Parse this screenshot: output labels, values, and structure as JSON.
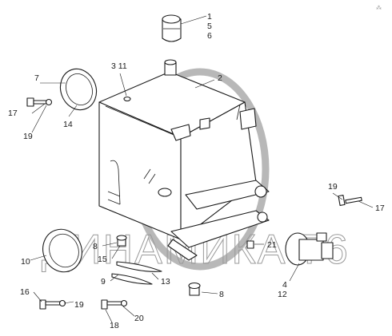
{
  "diagram": {
    "corner_mark": "⁂",
    "watermark": "ДИНАМИКА 76",
    "callouts": [
      {
        "id": "c-1",
        "text": "1"
      },
      {
        "id": "c-5",
        "text": "5"
      },
      {
        "id": "c-6",
        "text": "6"
      },
      {
        "id": "c-3-11",
        "text": "3 11"
      },
      {
        "id": "c-2",
        "text": "2"
      },
      {
        "id": "c-7",
        "text": "7"
      },
      {
        "id": "c-17-left",
        "text": "17"
      },
      {
        "id": "c-19-left",
        "text": "19"
      },
      {
        "id": "c-14",
        "text": "14"
      },
      {
        "id": "c-19-right",
        "text": "19"
      },
      {
        "id": "c-17-right",
        "text": "17"
      },
      {
        "id": "c-8-left",
        "text": "8"
      },
      {
        "id": "c-10",
        "text": "10"
      },
      {
        "id": "c-15",
        "text": "15"
      },
      {
        "id": "c-9",
        "text": "9"
      },
      {
        "id": "c-13",
        "text": "13"
      },
      {
        "id": "c-21",
        "text": "21"
      },
      {
        "id": "c-4",
        "text": "4"
      },
      {
        "id": "c-12",
        "text": "12"
      },
      {
        "id": "c-16",
        "text": "16"
      },
      {
        "id": "c-19-bottom",
        "text": "19"
      },
      {
        "id": "c-18",
        "text": "18"
      },
      {
        "id": "c-20",
        "text": "20"
      },
      {
        "id": "c-8-bottom",
        "text": "8"
      }
    ]
  }
}
